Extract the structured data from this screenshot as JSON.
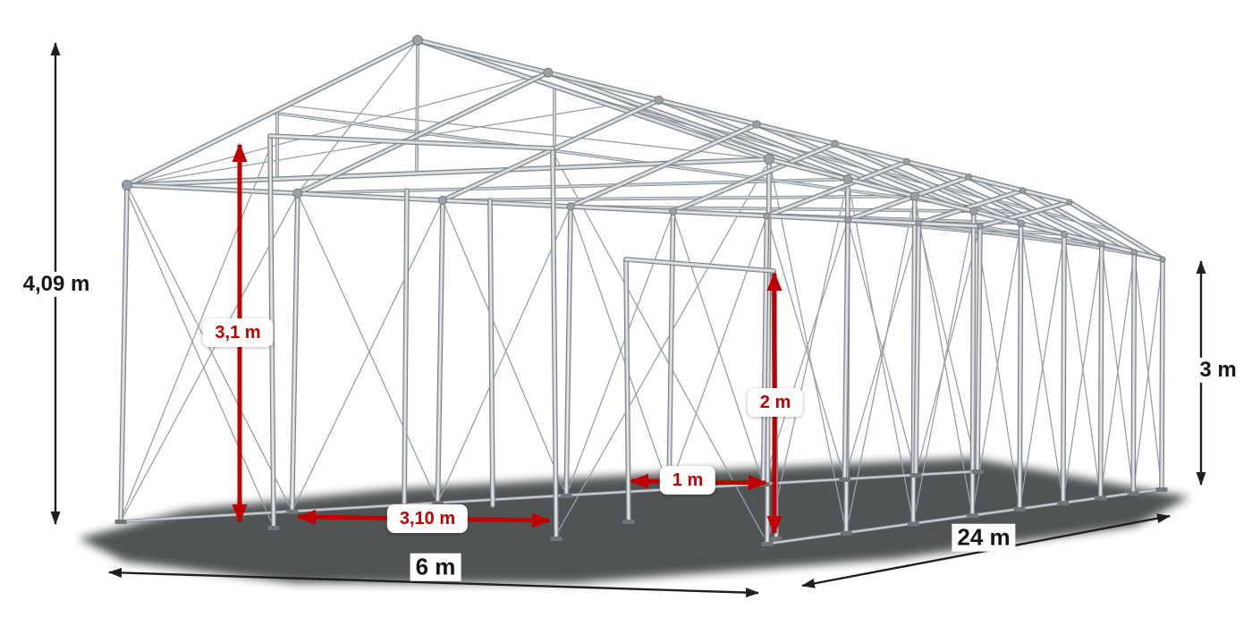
{
  "diagram": {
    "subject": "Steel frame construction of a storage tent shown in perspective with dimension annotations",
    "labels": {
      "total_height": "4,09 m",
      "front_passage_height": "3,1 m",
      "front_passage_width": "3,10 m",
      "inner_clearance_width": "1 m",
      "inner_clearance_height": "2 m",
      "side_wall_height": "3 m",
      "tent_width": "6 m",
      "tent_length": "24 m"
    },
    "colors": {
      "dimension_red": "#c00000",
      "dimension_black": "#1f1f1f",
      "frame_light_gray": "#c7cbcf",
      "frame_dark_gray": "#7c828a",
      "shadow": "#26292c"
    }
  }
}
